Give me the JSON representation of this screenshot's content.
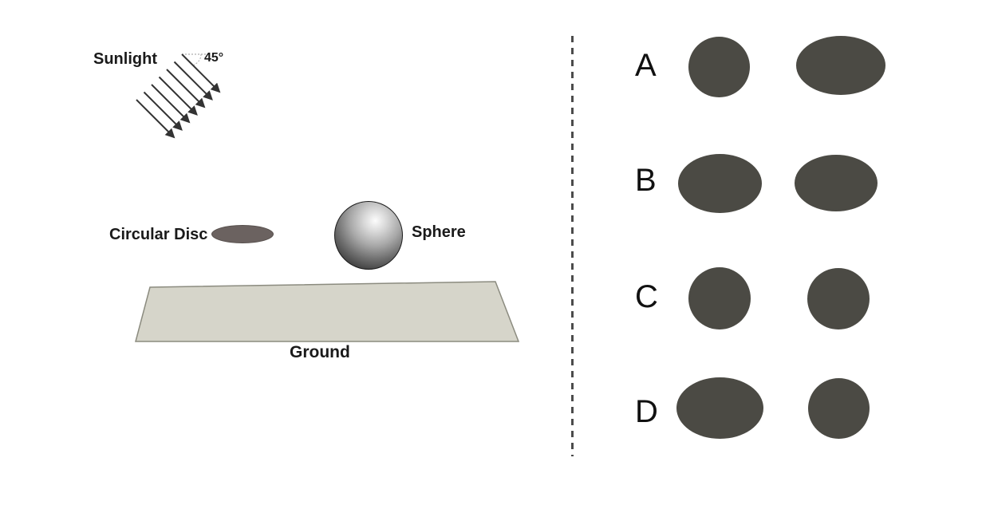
{
  "scene": {
    "sunlight_label": "Sunlight",
    "angle_label": "45°",
    "disc_label": "Circular Disc",
    "sphere_label": "Sphere",
    "ground_label": "Ground",
    "sun_ray_count": 7,
    "sun_ray_direction": "down-right at 45 degrees",
    "colors": {
      "shadow_fill": "#4b4a44",
      "disc_fill": "#6b6260",
      "ground_fill": "#d6d5ca",
      "ground_stroke": "#8b8b7f",
      "ray_stroke": "#333333",
      "text": "#1a1a1a"
    }
  },
  "options": [
    {
      "label": "A",
      "shapes": [
        "circle",
        "ellipse"
      ]
    },
    {
      "label": "B",
      "shapes": [
        "ellipse",
        "ellipse"
      ]
    },
    {
      "label": "C",
      "shapes": [
        "circle",
        "circle"
      ]
    },
    {
      "label": "D",
      "shapes": [
        "ellipse",
        "circle"
      ]
    }
  ]
}
